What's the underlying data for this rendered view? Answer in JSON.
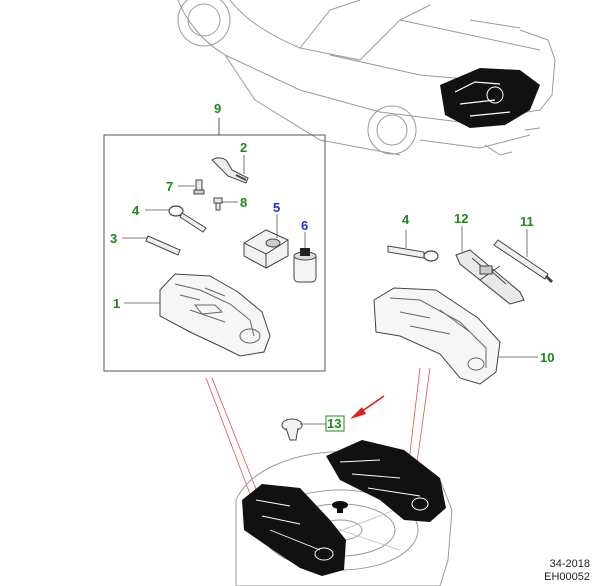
{
  "callouts": {
    "c1": "1",
    "c2": "2",
    "c3": "3",
    "c4a": "4",
    "c4b": "4",
    "c5": "5",
    "c6": "6",
    "c7": "7",
    "c8": "8",
    "c9": "9",
    "c10": "10",
    "c11": "11",
    "c12": "12",
    "c13": "13"
  },
  "reference": {
    "code1": "34-2018",
    "code2": "EH00052"
  },
  "colors": {
    "callout_green": "#1a8a1a",
    "callout_blue": "#1f2fd6",
    "arrow_red": "#e02020",
    "leader_red": "#e05050"
  },
  "icons": {
    "vehicle": "sedan-outline",
    "highlight": "arrow-red"
  }
}
